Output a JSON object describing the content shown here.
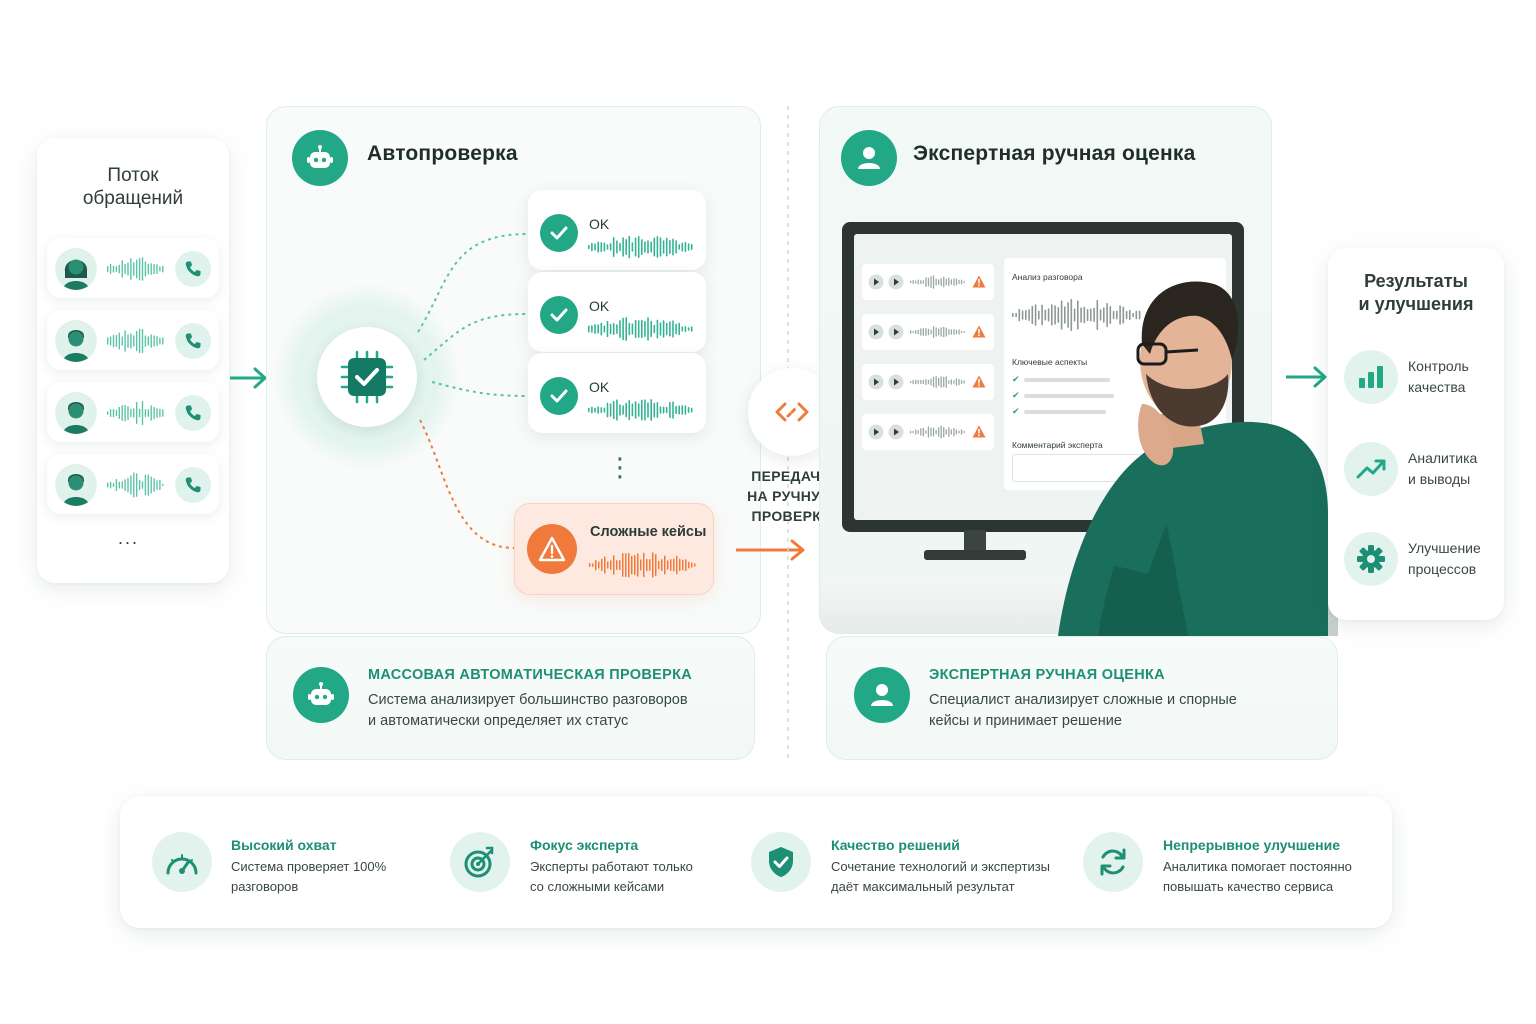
{
  "stream": {
    "title_line1": "Поток",
    "title_line2": "обращений",
    "more": "..."
  },
  "auto": {
    "title": "Автопроверка",
    "ok_items": [
      {
        "label": "OK"
      },
      {
        "label": "OK"
      },
      {
        "label": "OK"
      }
    ],
    "vertical_dots": "⋮",
    "hard_label": "Сложные кейсы"
  },
  "handoff": {
    "line1": "ПЕРЕДАЧА",
    "line2": "НА РУЧНУЮ",
    "line3": "ПРОВЕРКУ"
  },
  "expert": {
    "title": "Экспертная ручная оценка",
    "screen": {
      "analysis": "Анализ разговора",
      "aspects": "Ключевые аспекты",
      "comment": "Комментарий эксперта"
    }
  },
  "results": {
    "title_line1": "Результаты",
    "title_line2": "и улучшения",
    "items": [
      {
        "line1": "Контроль",
        "line2": "качества",
        "icon": "bar-chart-icon"
      },
      {
        "line1": "Аналитика",
        "line2": "и выводы",
        "icon": "trend-up-icon"
      },
      {
        "line1": "Улучшение",
        "line2": "процессов",
        "icon": "gear-icon"
      }
    ]
  },
  "info_auto": {
    "title": "МАССОВАЯ АВТОМАТИЧЕСКАЯ ПРОВЕРКА",
    "line1": "Система анализирует большинство разговоров",
    "line2": "и автоматически определяет их статус"
  },
  "info_expert": {
    "title": "ЭКСПЕРТНАЯ РУЧНАЯ ОЦЕНКА",
    "line1": "Специалист анализирует сложные и спорные",
    "line2": "кейсы и принимает решение"
  },
  "features": [
    {
      "title": "Высокий охват",
      "line1": "Система проверяет 100%",
      "line2": "разговоров",
      "icon": "speedometer-icon"
    },
    {
      "title": "Фокус эксперта",
      "line1": "Эксперты работают только",
      "line2": "со сложными кейсами",
      "icon": "target-icon"
    },
    {
      "title": "Качество решений",
      "line1": "Сочетание технологий и экспертизы",
      "line2": "даёт максимальный результат",
      "icon": "shield-check-icon"
    },
    {
      "title": "Непрерывное улучшение",
      "line1": "Аналитика помогает постоянно",
      "line2": "повышать качество сервиса",
      "icon": "refresh-icon"
    }
  ],
  "colors": {
    "accent": "#22a887",
    "accent_dark": "#1d8f74",
    "warning": "#f07a3c",
    "panel_bg": "#f4f9f7"
  }
}
